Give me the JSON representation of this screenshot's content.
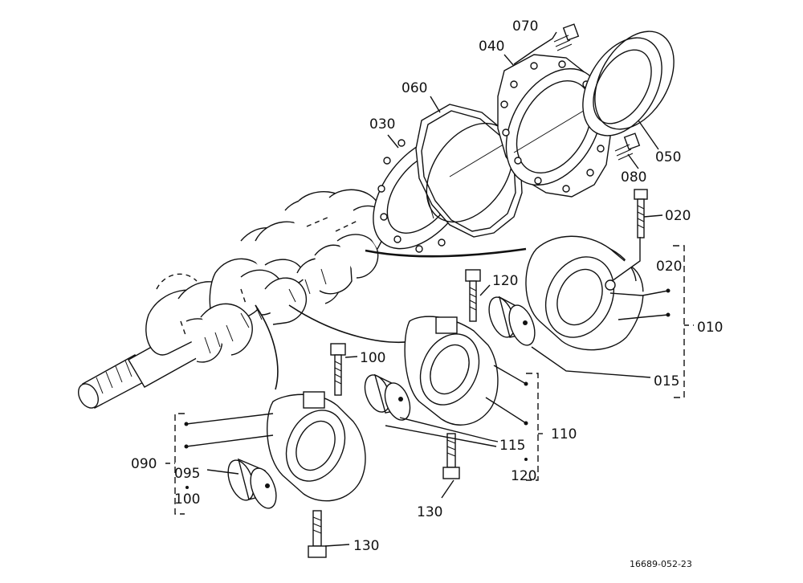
{
  "callouts": {
    "c070": "070",
    "c040": "040",
    "c060": "060",
    "c030": "030",
    "c050": "050",
    "c080": "080",
    "c020a": "020",
    "c020b": "020",
    "c010": "010",
    "c015": "015",
    "c120a": "120",
    "c100a": "100",
    "c110": "110",
    "c115": "115",
    "c120b": "120",
    "c090": "090",
    "c095": "095",
    "c100b": "100",
    "c130a": "130",
    "c130b": "130"
  },
  "drawing_ref": "16689-052-23"
}
